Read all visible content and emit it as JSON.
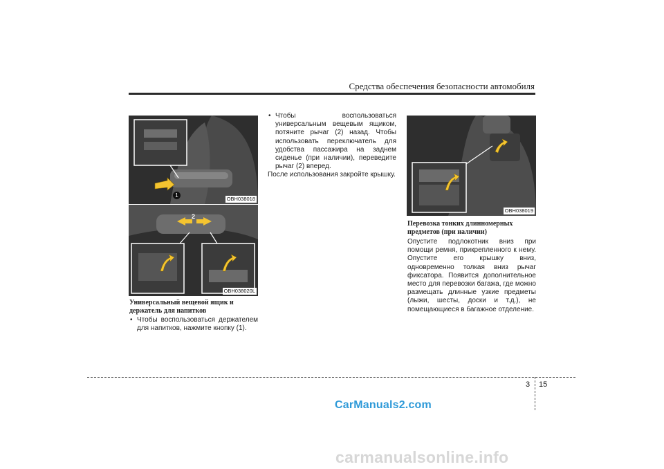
{
  "header": {
    "title": "Средства обеспечения безопасности автомобиля"
  },
  "figures": {
    "fig1": {
      "code": "OBH038018",
      "callout": "1"
    },
    "fig2": {
      "code": "OBH038020L",
      "callout": "2"
    },
    "fig3": {
      "code": "OBH038019"
    }
  },
  "left_column": {
    "heading": "Универсальный вещевой ящик и держатель для напитков",
    "bullet": "Чтобы воспользоваться держателем для напитков, нажмите кнопку (1)."
  },
  "middle_column": {
    "bullet": "Чтобы воспользоваться универсальным вещевым ящиком, потяните рычаг (2) назад. Чтобы использовать переключатель для удобства пассажира на заднем сиденье (при наличии), переведите рычаг (2) вперед.",
    "paragraph": "После использования закройте крышку."
  },
  "right_column": {
    "heading": "Перевозка тонких длинномерных предметов (при наличии)",
    "paragraph": "Опустите подлокотник вниз при помощи ремня, прикрепленного к нему. Опустите его крышку вниз, одновременно толкая вниз рычаг фиксатора. Появится дополнительное место для перевозки багажа, где можно размещать длинные узкие предметы (лыжи, шесты, доски и т.д.), не помещающиеся в багажное отделение."
  },
  "footer": {
    "section": "3",
    "page": "15"
  },
  "watermarks": {
    "top": "CarManuals2.com",
    "bottom": "carmanualsonline.info"
  }
}
